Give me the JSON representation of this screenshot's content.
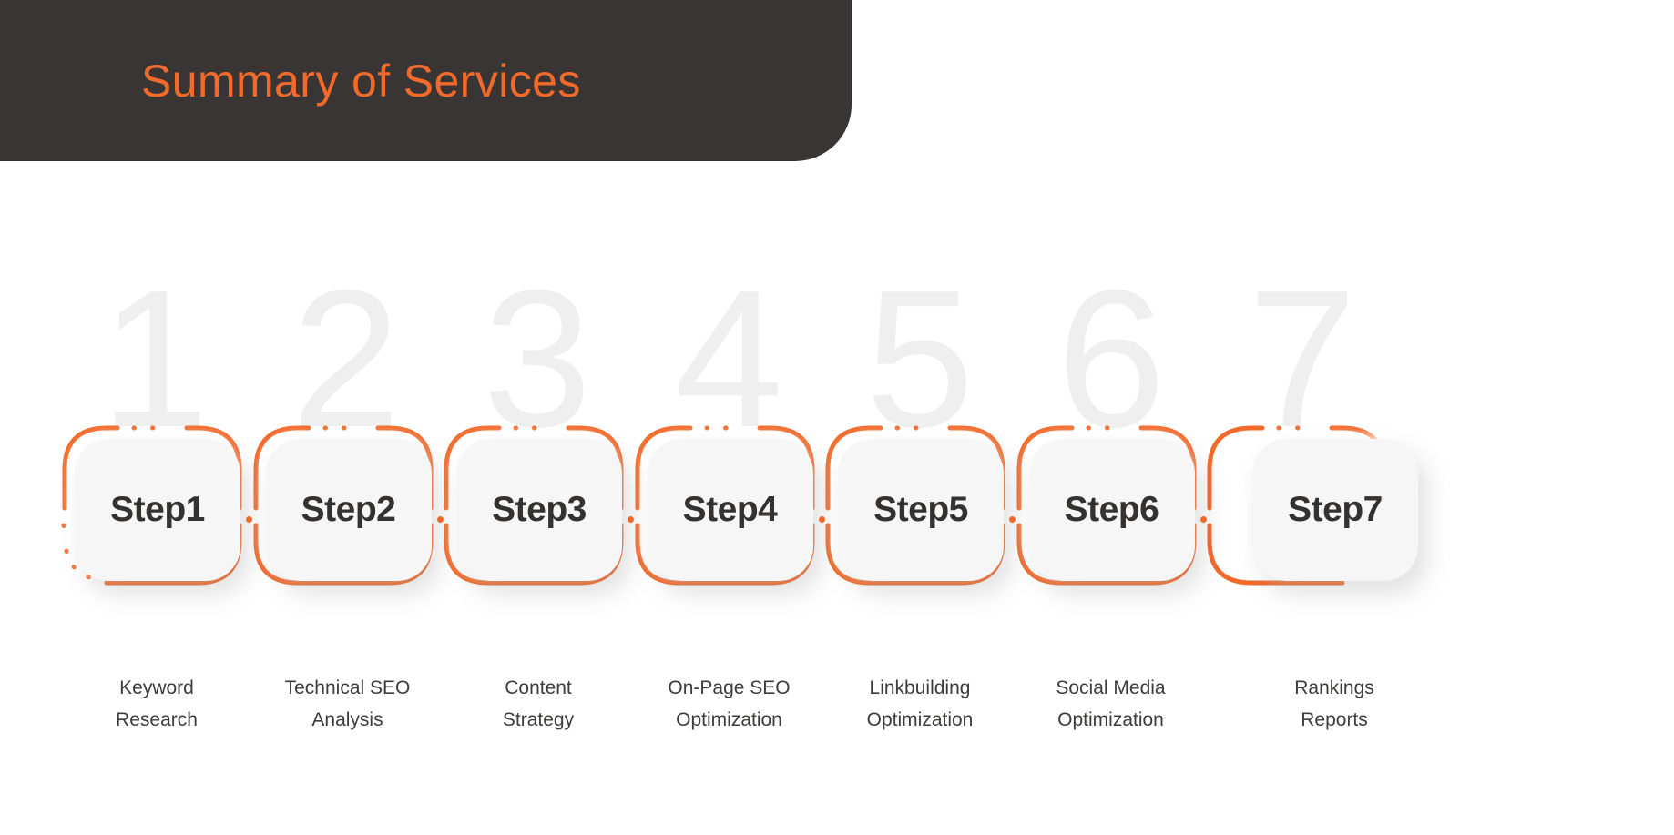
{
  "header": {
    "title": "Summary of Services",
    "background_color": "#383534",
    "title_color": "#F26A2B"
  },
  "theme": {
    "accent_color": "#F26A2B",
    "card_color": "#F6F6F6",
    "ghost_number_color": "#EFEFEF",
    "text_color": "#333231",
    "caption_color": "#3E3C3B",
    "page_background": "#FFFFFF"
  },
  "steps": [
    {
      "number": "1",
      "label": "Step1",
      "caption_line1": "Keyword",
      "caption_line2": "Research"
    },
    {
      "number": "2",
      "label": "Step2",
      "caption_line1": "Technical SEO",
      "caption_line2": "Analysis"
    },
    {
      "number": "3",
      "label": "Step3",
      "caption_line1": "Content",
      "caption_line2": "Strategy"
    },
    {
      "number": "4",
      "label": "Step4",
      "caption_line1": "On-Page SEO",
      "caption_line2": "Optimization"
    },
    {
      "number": "5",
      "label": "Step5",
      "caption_line1": "Linkbuilding",
      "caption_line2": "Optimization"
    },
    {
      "number": "6",
      "label": "Step6",
      "caption_line1": "Social Media",
      "caption_line2": "Optimization"
    },
    {
      "number": "7",
      "label": "Step7",
      "caption_line1": "Rankings",
      "caption_line2": "Reports"
    }
  ]
}
